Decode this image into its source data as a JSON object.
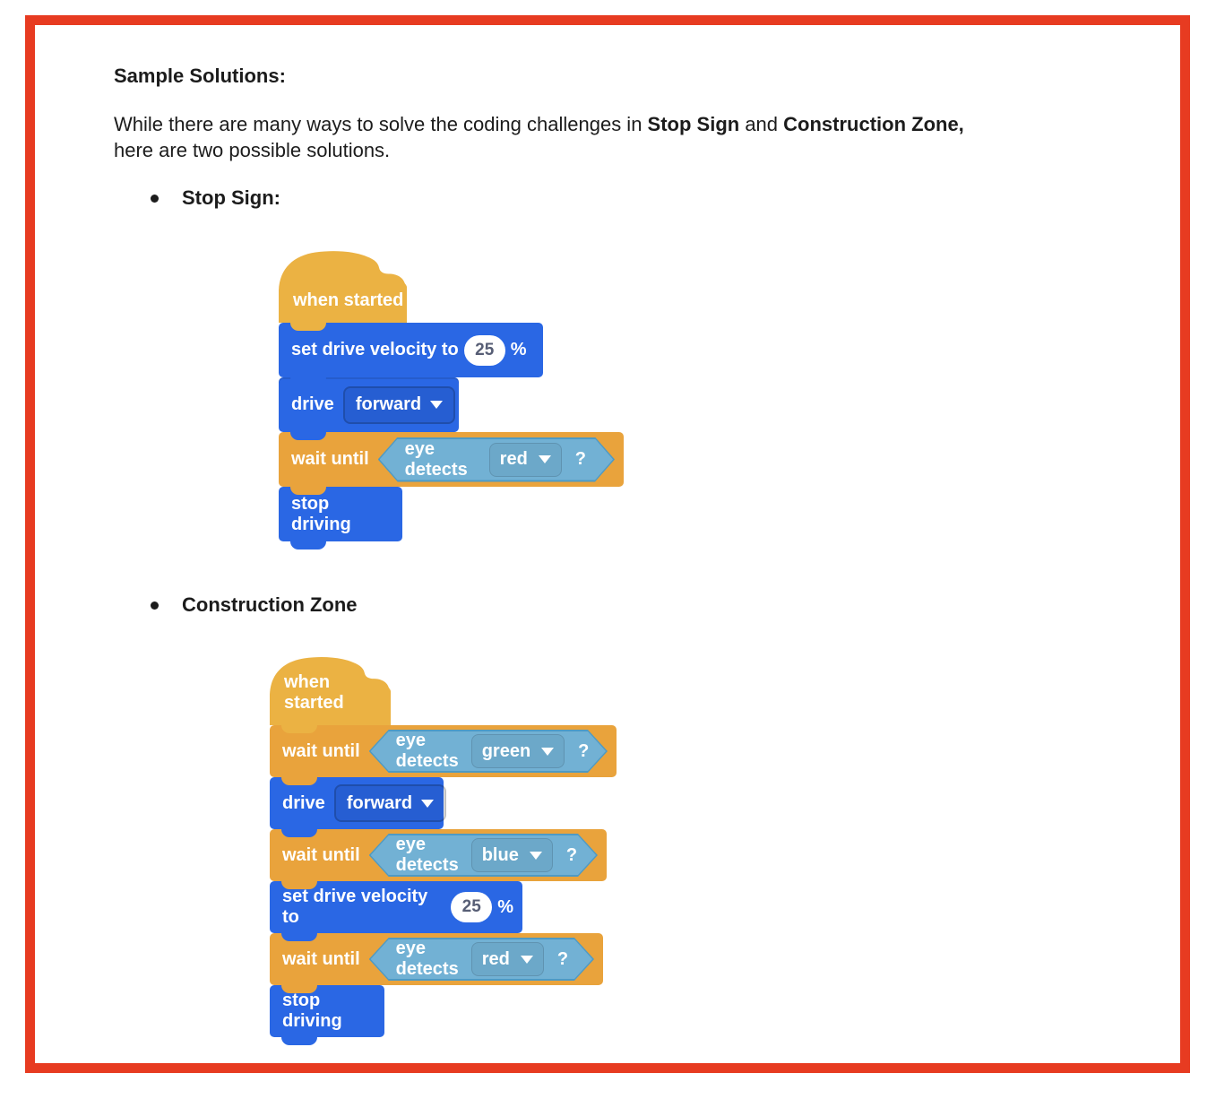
{
  "colors": {
    "frame_red": "#e73b21",
    "blue_block": "#2a67e4",
    "orange_block": "#e9a33c",
    "hat_yellow": "#ebb243",
    "hexagon_fill": "#72b1d4",
    "hexagon_border": "#4e9ac4",
    "bubble_text": "#575e75"
  },
  "doc": {
    "heading": "Sample Solutions:",
    "intro": {
      "t1": "While there are many ways to solve the coding challenges in ",
      "b1": "Stop Sign",
      "t2": " and ",
      "b2": "Construction Zone,",
      "t3": "here are two possible solutions."
    }
  },
  "stop_sign": {
    "bullet": "Stop Sign:",
    "hat": "when started",
    "set_velocity": {
      "text": "set drive velocity to",
      "value": "25",
      "unit": "%"
    },
    "drive": {
      "text": "drive",
      "option": "forward"
    },
    "wait": {
      "text": "wait until",
      "condition": "eye detects",
      "option": "red",
      "question": "?"
    },
    "stop": "stop driving"
  },
  "construction_zone": {
    "bullet": "Construction Zone",
    "hat": "when started",
    "wait_green": {
      "text": "wait until",
      "condition": "eye detects",
      "option": "green",
      "question": "?"
    },
    "drive": {
      "text": "drive",
      "option": "forward"
    },
    "wait_blue": {
      "text": "wait until",
      "condition": "eye detects",
      "option": "blue",
      "question": "?"
    },
    "set_velocity": {
      "text": "set drive velocity to",
      "value": "25",
      "unit": "%"
    },
    "wait_red": {
      "text": "wait until",
      "condition": "eye detects",
      "option": "red",
      "question": "?"
    },
    "stop": "stop driving"
  }
}
